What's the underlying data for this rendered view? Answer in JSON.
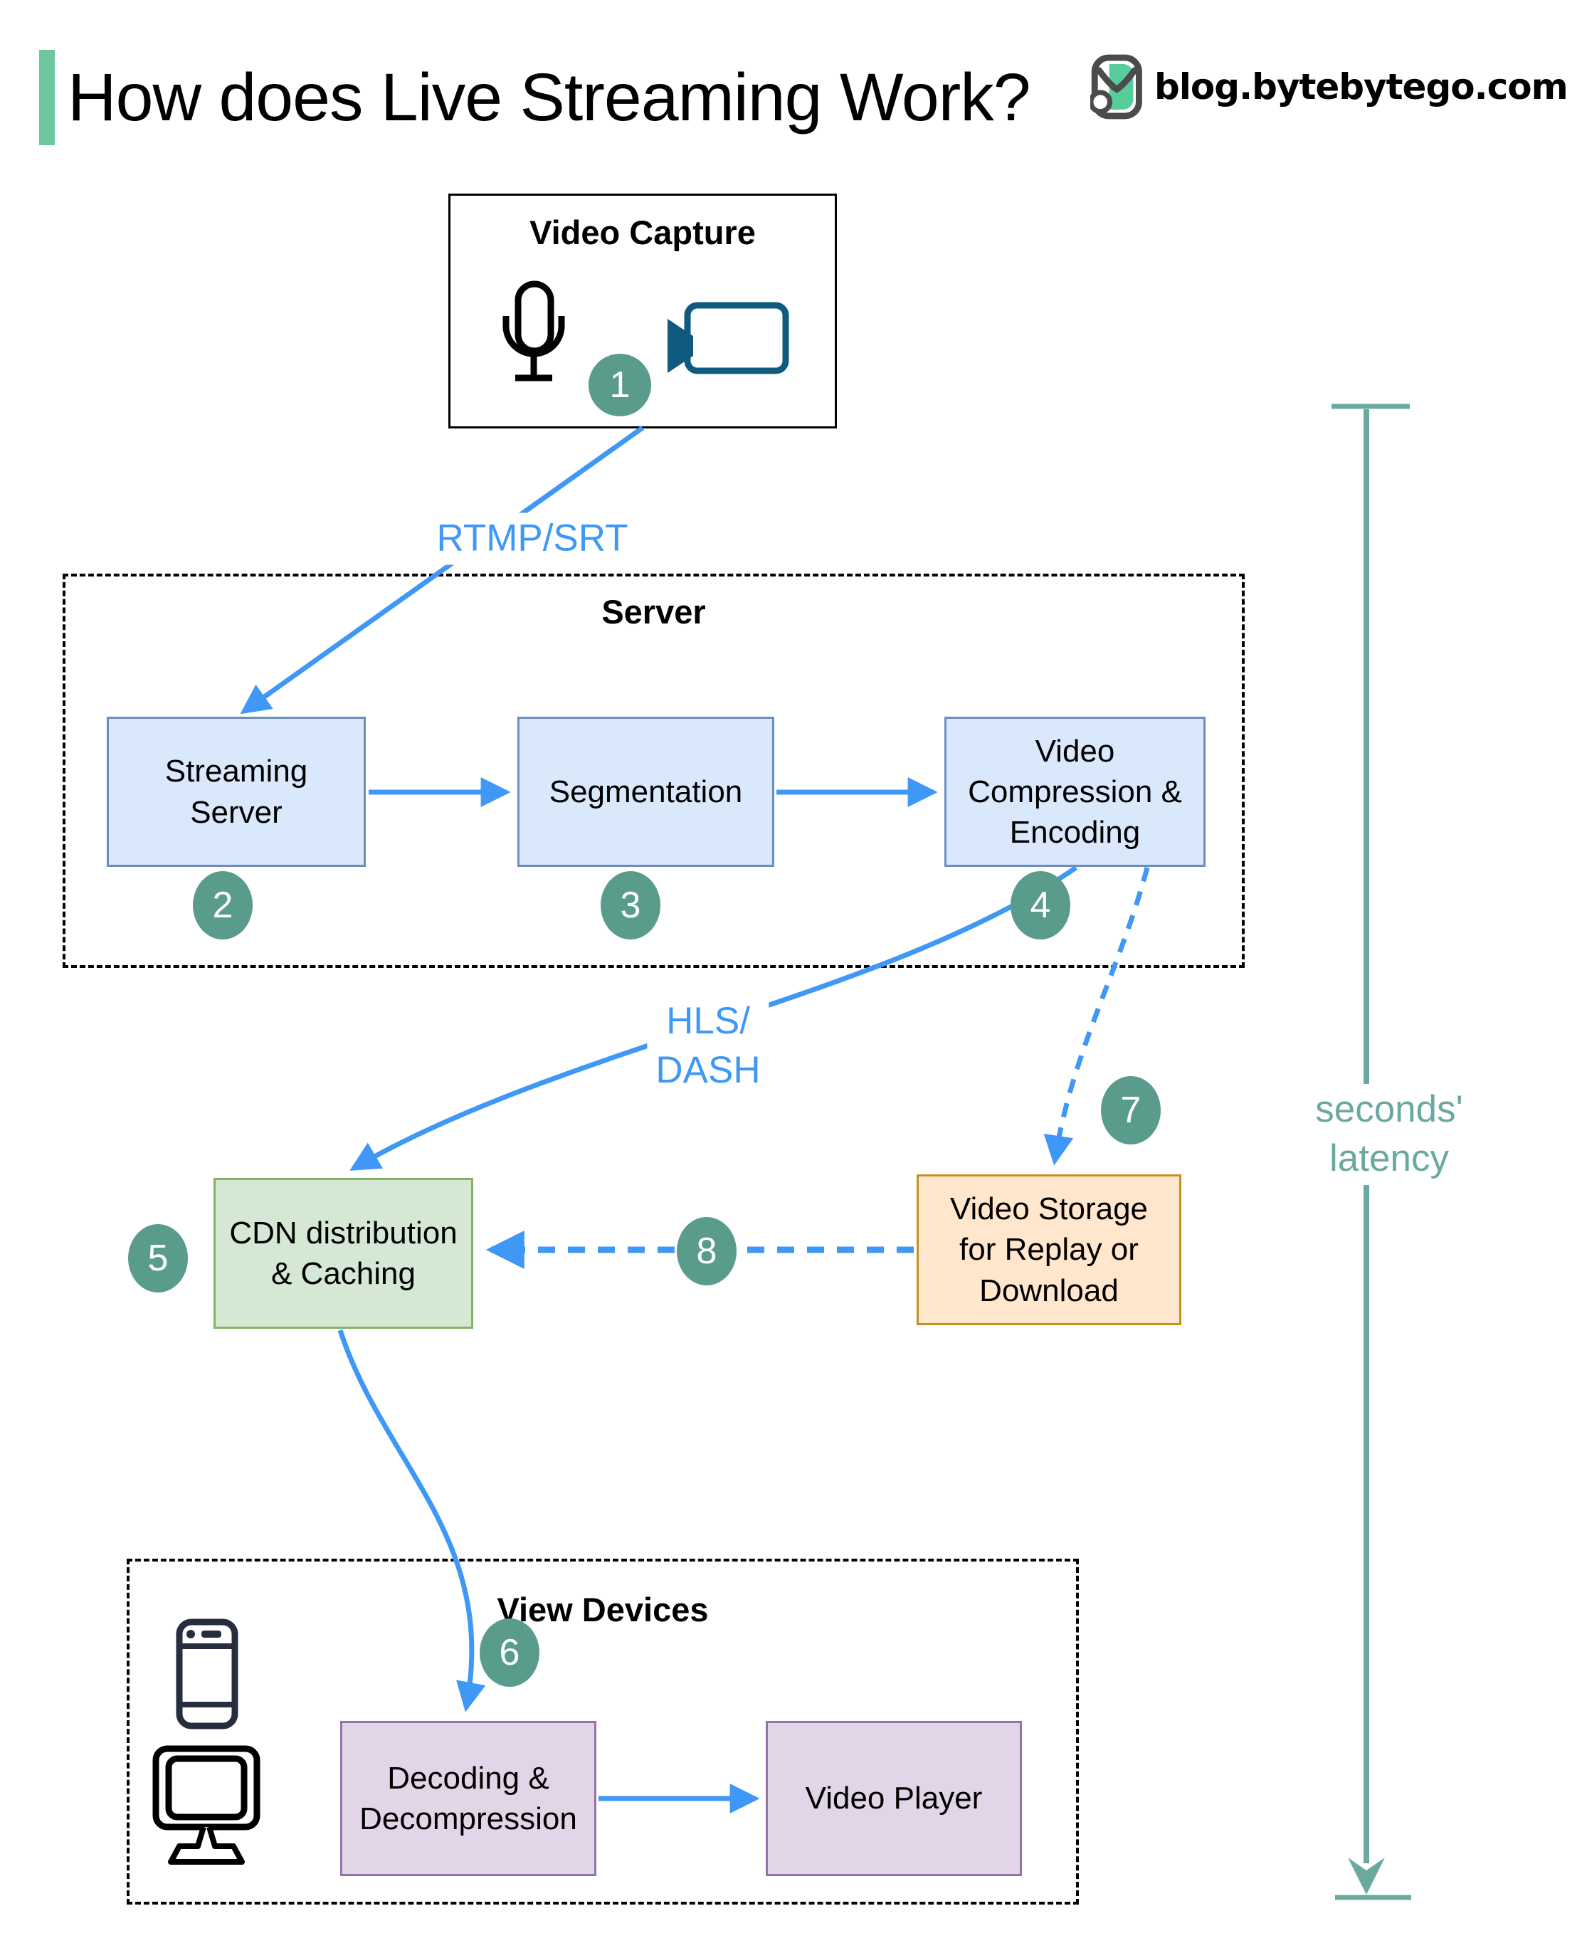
{
  "header": {
    "title": "How does Live Streaming Work?",
    "brand": "blog.bytebytego.com"
  },
  "sections": {
    "video_capture_title": "Video Capture",
    "server_title": "Server",
    "view_devices_title": "View Devices"
  },
  "nodes": {
    "streaming_server": "Streaming\nServer",
    "segmentation": "Segmentation",
    "video_compression": "Video\nCompression &\nEncoding",
    "cdn": "CDN distribution\n& Caching",
    "video_storage": "Video Storage\nfor Replay or\nDownload",
    "decoding": "Decoding &\nDecompression",
    "video_player": "Video Player"
  },
  "edge_labels": {
    "capture_to_server_protocol": "RTMP/SRT",
    "server_to_cdn_protocol": "HLS/\nDASH",
    "latency": "seconds' latency"
  },
  "steps": {
    "s1": "1",
    "s2": "2",
    "s3": "3",
    "s4": "4",
    "s5": "5",
    "s6": "6",
    "s7": "7",
    "s8": "8"
  },
  "icons": {
    "logo": "bytebytego-logo-icon",
    "microphone": "microphone-icon",
    "video_camera": "video-camera-icon",
    "smartphone": "smartphone-icon",
    "monitor": "monitor-icon"
  },
  "colors": {
    "accent_green": "#6cc7a1",
    "arrow_blue": "#3f97f6",
    "step_badge_teal": "#5a9c8c",
    "latency_teal": "#6aa9a0",
    "node_blue_fill": "#dae8fc",
    "node_blue_border": "#6c8ebf",
    "node_green_fill": "#d5e8d4",
    "node_green_border": "#82b366",
    "node_orange_fill": "#ffe6cc",
    "node_orange_border": "#c78f20",
    "node_purple_fill": "#e1d5e7",
    "node_purple_border": "#9673a6",
    "camera_icon": "#0f5a7d",
    "phone_icon": "#252e3e",
    "logo_green": "#56cd9a",
    "logo_outline": "#4b4b4b"
  }
}
